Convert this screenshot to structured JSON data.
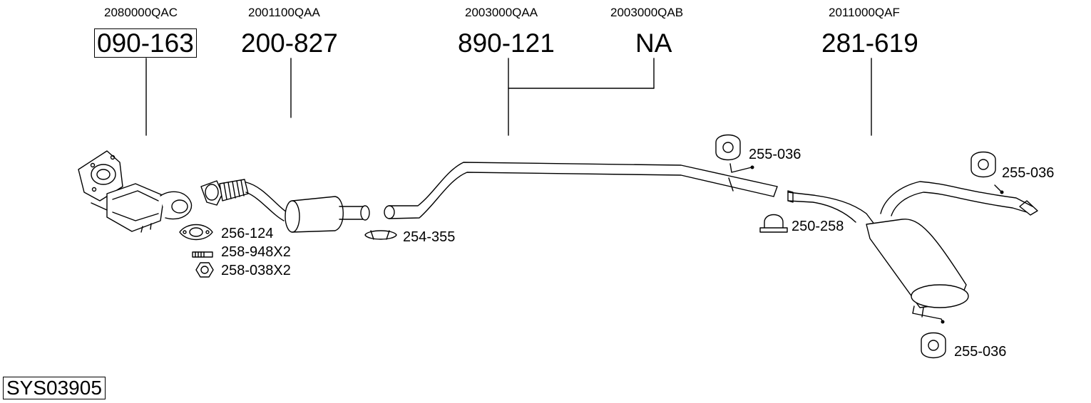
{
  "parts": [
    {
      "oe": "2080000QAC",
      "number": "090-163",
      "boxed": true
    },
    {
      "oe": "2001100QAA",
      "number": "200-827",
      "boxed": false
    },
    {
      "oe": "2003000QAA",
      "number": "890-121",
      "boxed": false
    },
    {
      "oe": "2003000QAB",
      "number": "NA",
      "boxed": false
    },
    {
      "oe": "2011000QAF",
      "number": "281-619",
      "boxed": false
    }
  ],
  "accessories": [
    {
      "code": "256-124"
    },
    {
      "code": "258-948X2"
    },
    {
      "code": "258-038X2"
    },
    {
      "code": "254-355"
    },
    {
      "code": "255-036"
    },
    {
      "code": "250-258"
    },
    {
      "code": "255-036"
    },
    {
      "code": "255-036"
    }
  ],
  "system_code": "SYS03905"
}
